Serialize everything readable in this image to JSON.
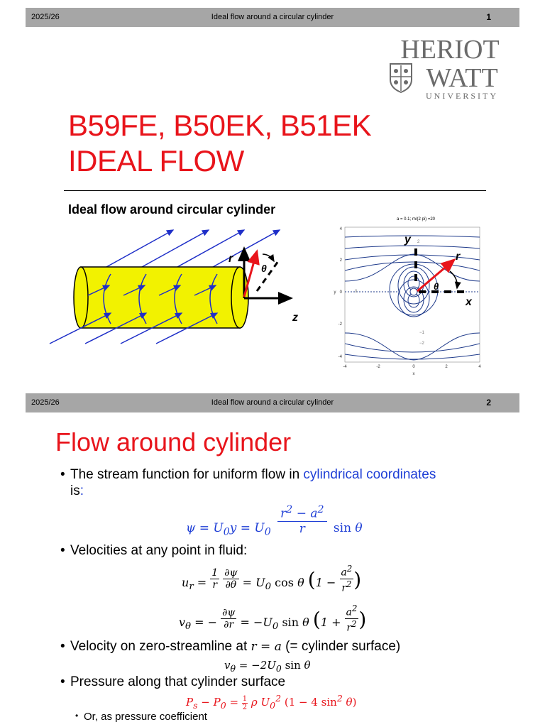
{
  "slide1": {
    "header": {
      "year": "2025/26",
      "title": "Ideal flow around a circular cylinder",
      "page": "1"
    },
    "logo": {
      "line1": "HERIOT",
      "line2": "WATT",
      "line3": "UNIVERSITY"
    },
    "title_line1": "B59FE, B50EK, B51EK",
    "title_line2": "IDEAL FLOW",
    "subtitle": "Ideal flow around circular cylinder",
    "cylinder_labels": {
      "r": "r",
      "theta": "θ",
      "z": "z"
    },
    "plot": {
      "title": "a = 0.1; m/(2 pi) =20",
      "xlabel": "x",
      "ylabel": "y",
      "x_ticks": [
        "-4",
        "-2",
        "0",
        "2",
        "4"
      ],
      "y_ticks": [
        "4",
        "2",
        "0",
        "-2",
        "-4"
      ],
      "contour_labels": [
        "2",
        "1",
        "0",
        "−1",
        "−2"
      ],
      "overlay_labels": {
        "y": "y",
        "r": "r",
        "theta": "θ",
        "x": "x"
      }
    }
  },
  "slide2": {
    "header": {
      "year": "2025/26",
      "title": "Ideal flow around a circular cylinder",
      "page": "2"
    },
    "title": "Flow around cylinder",
    "bullet1_a": "The stream function for uniform flow in ",
    "bullet1_link": "cylindrical coordinates",
    "bullet1_b": "is",
    "bullet1_colon": ":",
    "bullet2": "Velocities at any point in fluid:",
    "bullet3_a": "Velocity on zero-streamline at ",
    "bullet3_math": "r = a",
    "bullet3_b": " (= cylinder surface)",
    "bullet4": "Pressure along that cylinder surface",
    "sub_bullet": "Or, as pressure coefficient"
  },
  "colors": {
    "title_red": "#e8141b",
    "link_blue": "#1f3fd6",
    "header_gray": "#a6a6a6",
    "cylinder_yellow": "#f2f200"
  }
}
